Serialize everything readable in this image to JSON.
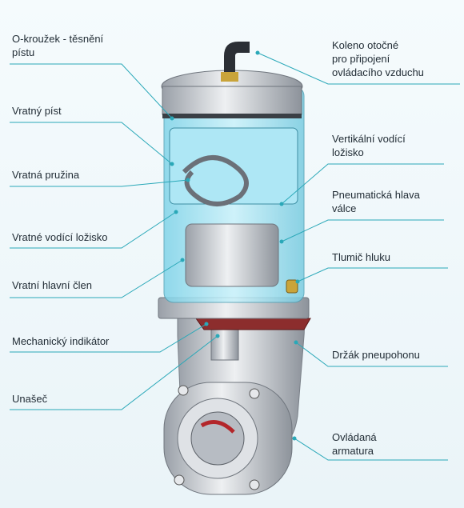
{
  "labels": {
    "o_ring": "O-kroužek - těsnění\npístu",
    "return_piston": "Vratný píst",
    "return_spring": "Vratná pružina",
    "return_bearing": "Vratné vodící ložisko",
    "return_main": "Vratní hlavní člen",
    "indicator": "Mechanický indikátor",
    "driver": "Unašeč",
    "elbow": "Koleno otočné\npro připojení\novládacího vzduchu",
    "vertical_bearing": "Vertikální vodící\nložisko",
    "cylinder_head": "Pneumatická hlava\nválce",
    "silencer": "Tlumič hluku",
    "bracket": "Držák pneupohonu",
    "valve": "Ovládaná\narmatura"
  },
  "colors": {
    "leader": "#2aa8b8",
    "cylinder": "#8fdcee",
    "metal": "#c9ccd1",
    "brass": "#c9a43a"
  }
}
